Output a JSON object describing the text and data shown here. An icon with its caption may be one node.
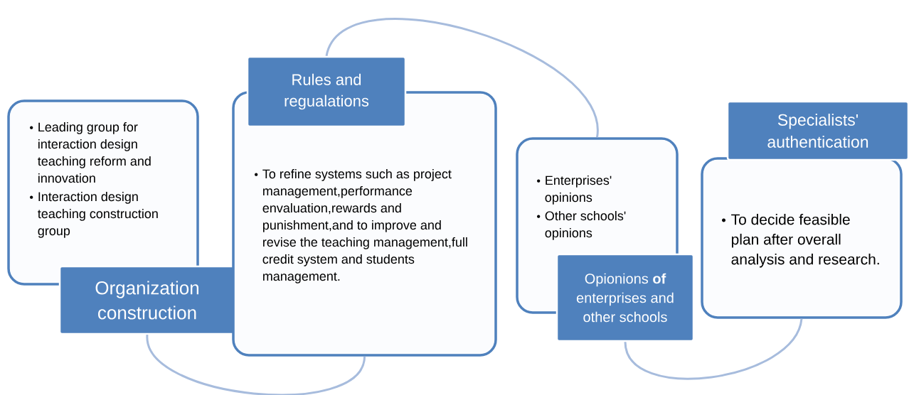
{
  "diagram": {
    "nodes": [
      {
        "text": [
          "Leading group for interaction design teaching reform and innovation",
          "Interaction design teaching construction group"
        ]
      },
      {
        "text": [
          "Organization construction"
        ]
      },
      {
        "text": [
          "Rules and regualations"
        ]
      },
      {
        "text": [
          "To refine systems such as project management,performance envaluation,rewards and punishment,and to improve and revise the teaching management,full credit system and students management."
        ]
      },
      {
        "text": [
          "Enterprises' opinions",
          "Other schools' opinions"
        ]
      },
      {
        "text": [
          "Opionions **of** enterprises and other schools"
        ]
      },
      {
        "text": [
          "Specialists' authentication"
        ]
      },
      {
        "text": [
          "To decide feasible plan after overall analysis and research."
        ]
      }
    ],
    "edges": [
      {
        "from": 1,
        "to": 3,
        "arrow": "none"
      },
      {
        "from": 2,
        "to": 4,
        "arrow": "none"
      },
      {
        "from": 5,
        "to": 7,
        "arrow": "none"
      }
    ]
  }
}
